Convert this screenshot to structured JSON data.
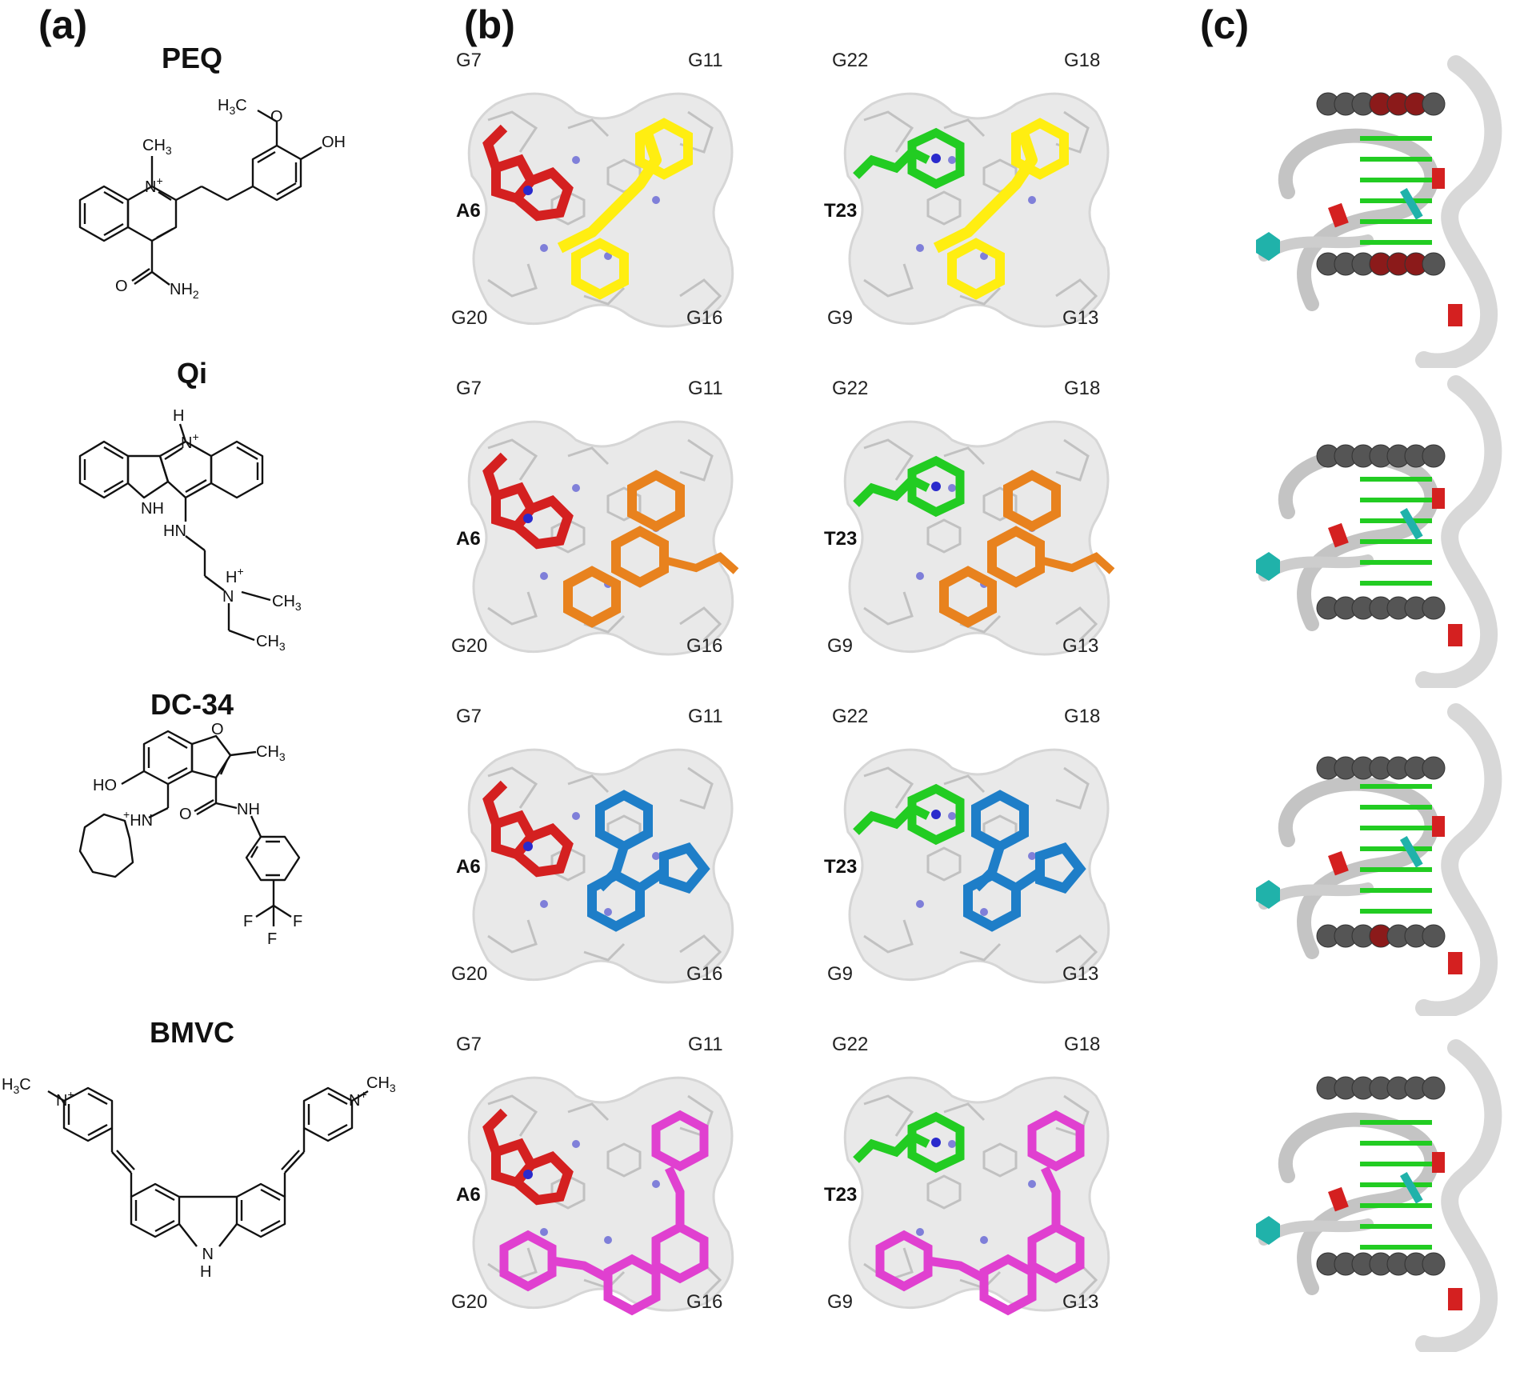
{
  "panels": {
    "a": "(a)",
    "b": "(b)",
    "c": "(c)"
  },
  "molecules": [
    {
      "name": "PEQ",
      "atoms": {
        "me1": "CH",
        "me1_sub": "3",
        "n1": "N",
        "n1_sup": "+",
        "me2": "H",
        "me2_sub": "3",
        "me2_tail": "C",
        "o1": "O",
        "oh": "OH",
        "o2": "O",
        "nh2": "NH",
        "nh2_sub": "2"
      }
    },
    {
      "name": "Qi",
      "atoms": {
        "h": "H",
        "n1": "N",
        "n1_sup": "+",
        "nh": "N",
        "nh_h": "H",
        "hn": "HN",
        "hplus": "H",
        "hplus_sup": "+",
        "n2": "N",
        "ch3": "CH",
        "ch3_sub": "3",
        "ch3b": "CH",
        "ch3b_sub": "3"
      }
    },
    {
      "name": "DC-34",
      "atoms": {
        "o": "O",
        "ch3": "CH",
        "ch3_sub": "3",
        "ho": "HO",
        "hn": "HN",
        "hn_sup": "+",
        "o2": "O",
        "nh": "NH",
        "f1": "F",
        "f2": "F",
        "f3": "F"
      }
    },
    {
      "name": "BMVC",
      "atoms": {
        "h3c": "H",
        "h3c_sub": "3",
        "h3c_tail": "C",
        "n1": "N",
        "n1_sup": "+",
        "n2": "N",
        "n2_sup": "+",
        "ch3": "CH",
        "ch3_sub": "3",
        "nh": "N",
        "nh_h": "H"
      }
    }
  ],
  "tetrad_rows": [
    {
      "ligand_color": "#ffee11",
      "left": {
        "tl": "G7",
        "tr": "G11",
        "bl": "G20",
        "br": "G16",
        "nucleotide": "A6"
      },
      "right": {
        "tl": "G22",
        "tr": "G18",
        "bl": "G9",
        "br": "G13",
        "nucleotide": "T23"
      }
    },
    {
      "ligand_color": "#e8821e",
      "left": {
        "tl": "G7",
        "tr": "G11",
        "bl": "G20",
        "br": "G16",
        "nucleotide": "A6"
      },
      "right": {
        "tl": "G22",
        "tr": "G18",
        "bl": "G9",
        "br": "G13",
        "nucleotide": "T23"
      }
    },
    {
      "ligand_color": "#1e7ec8",
      "left": {
        "tl": "G7",
        "tr": "G11",
        "bl": "G20",
        "br": "G16",
        "nucleotide": "A6"
      },
      "right": {
        "tl": "G22",
        "tr": "G18",
        "bl": "G9",
        "br": "G13",
        "nucleotide": "T23"
      }
    },
    {
      "ligand_color": "#e040d0",
      "left": {
        "tl": "G7",
        "tr": "G11",
        "bl": "G20",
        "br": "G16",
        "nucleotide": "A6"
      },
      "right": {
        "tl": "G22",
        "tr": "G18",
        "bl": "G9",
        "br": "G13",
        "nucleotide": "T23"
      }
    }
  ],
  "colors": {
    "adenine": "#d42020",
    "thymine": "#22cc22",
    "nitrogen": "#2a2acc",
    "ribbon": "#d8d8d8",
    "base_green": "#22cc22",
    "base_cyan": "#20b2aa",
    "ligand_sphere": "#555555",
    "oxygen_sphere": "#8b1a1a"
  }
}
